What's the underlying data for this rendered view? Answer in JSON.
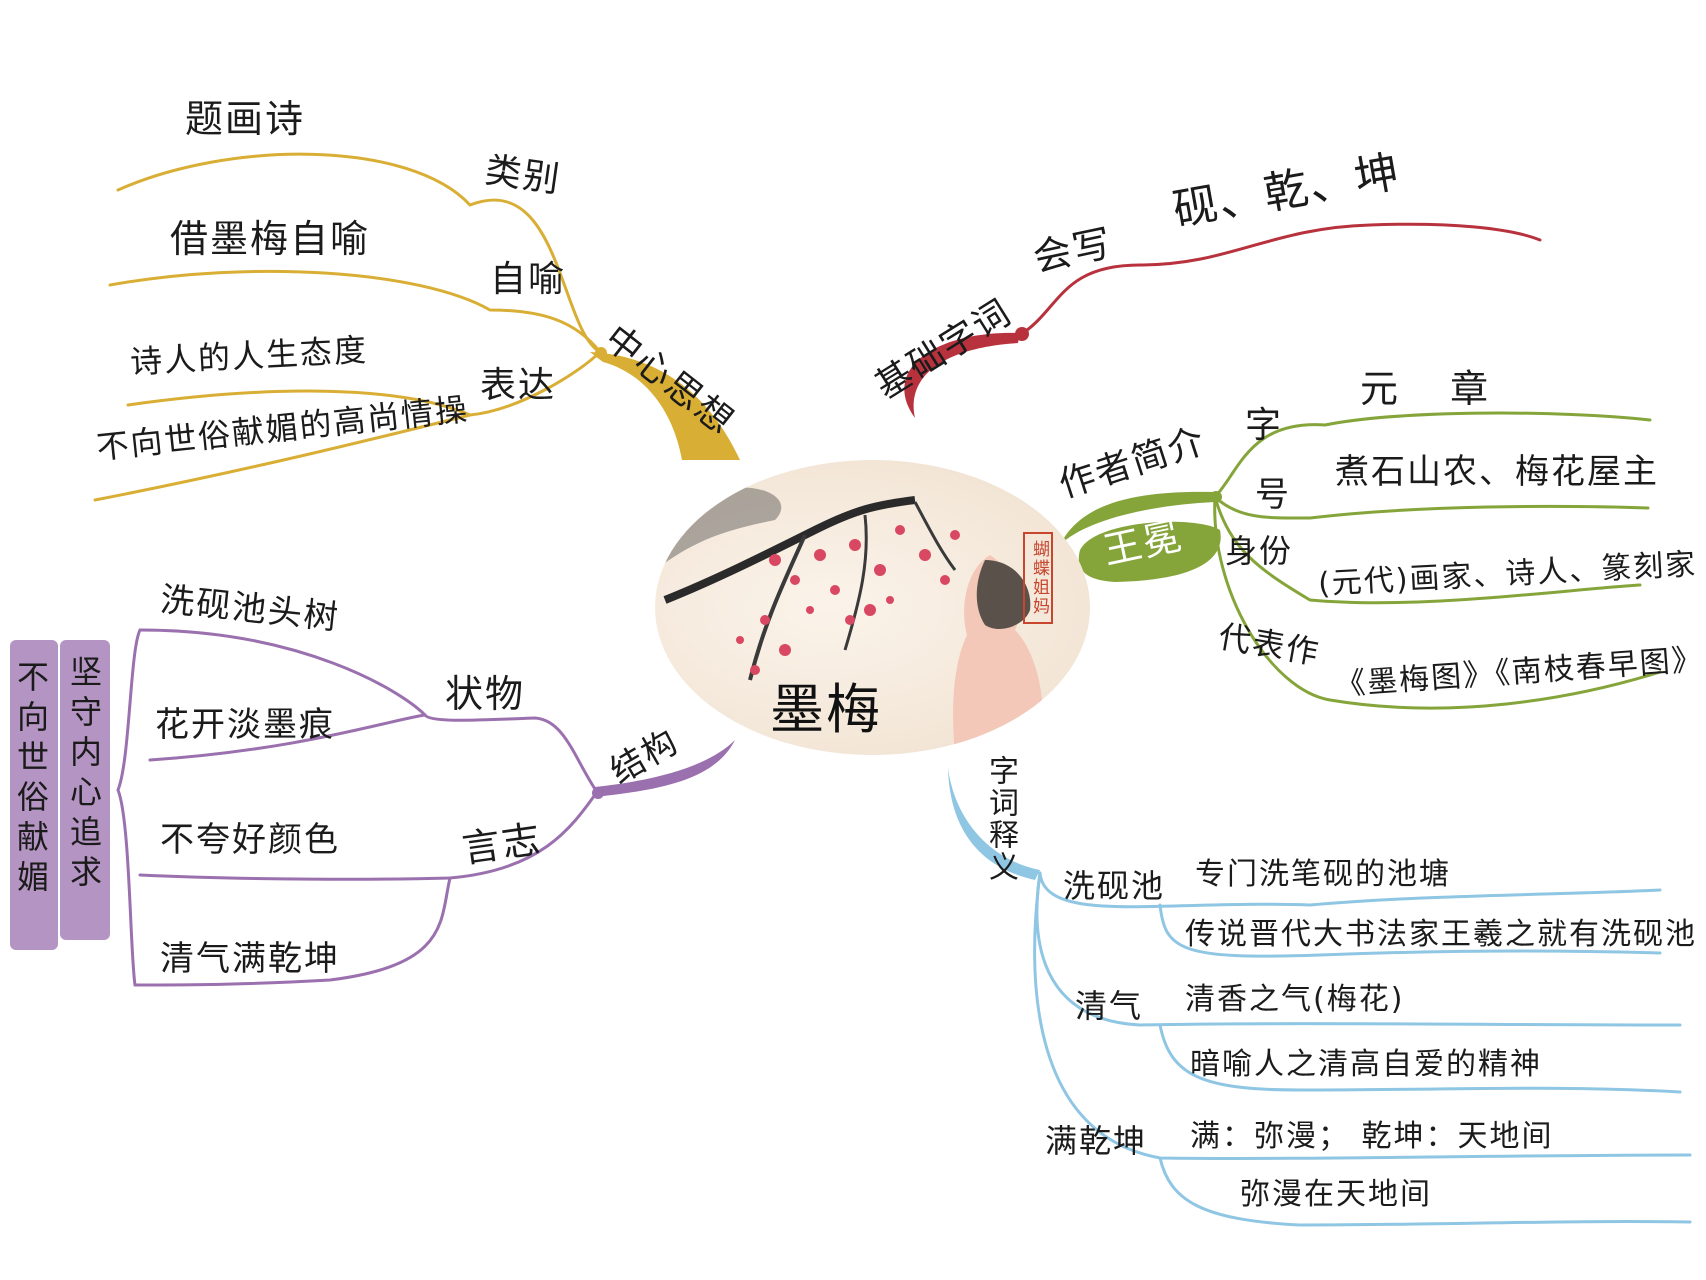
{
  "colors": {
    "mustard": "#D9AE35",
    "crimson": "#B8323E",
    "olive": "#85A53B",
    "purple": "#9B70AE",
    "skyblue": "#8FC6E4",
    "ink": "#1b1b1b"
  },
  "center": {
    "title": "墨梅",
    "seal_text": "蝴蝶姐妈"
  },
  "central_idea": {
    "title": "中心思想",
    "category_label": "类别",
    "category_value": "题画诗",
    "metaphor_label": "自喻",
    "metaphor_value": "借墨梅自喻",
    "express_label": "表达",
    "express_value_1": "诗人的人生态度",
    "express_value_2": "不向世俗献媚的高尚情操"
  },
  "basics": {
    "title": "基础字词",
    "write_label": "会写",
    "write_value": "砚、乾、坤"
  },
  "author": {
    "title": "作者简介",
    "name": "王冕",
    "courtesy_label": "字",
    "courtesy_value": "元 章",
    "alias_label": "号",
    "alias_value": "煮石山农、梅花屋主",
    "identity_label": "身份",
    "identity_value": "(元代)画家、诗人、篆刻家",
    "works_label": "代表作",
    "works_value": "《墨梅图》《南枝春早图》"
  },
  "structure": {
    "title": "结构",
    "object_label": "状物",
    "object_1": "洗砚池头树",
    "object_2": "花开淡墨痕",
    "aspiration_label": "言志",
    "aspiration_1": "不夸好颜色",
    "aspiration_2": "清气满乾坤",
    "summary_1": "坚守内心追求",
    "summary_2": "不向世俗献媚"
  },
  "vocab": {
    "title": "字词释义",
    "term_1": "洗砚池",
    "term_1_def_1": "专门洗笔砚的池塘",
    "term_1_def_2": "传说晋代大书法家王羲之就有洗砚池",
    "term_2": "清气",
    "term_2_def_1": "清香之气(梅花)",
    "term_2_def_2": "暗喻人之清高自爱的精神",
    "term_3": "满乾坤",
    "term_3_def_1": "满：弥漫； 乾坤：天地间",
    "term_3_def_2": "弥漫在天地间"
  }
}
